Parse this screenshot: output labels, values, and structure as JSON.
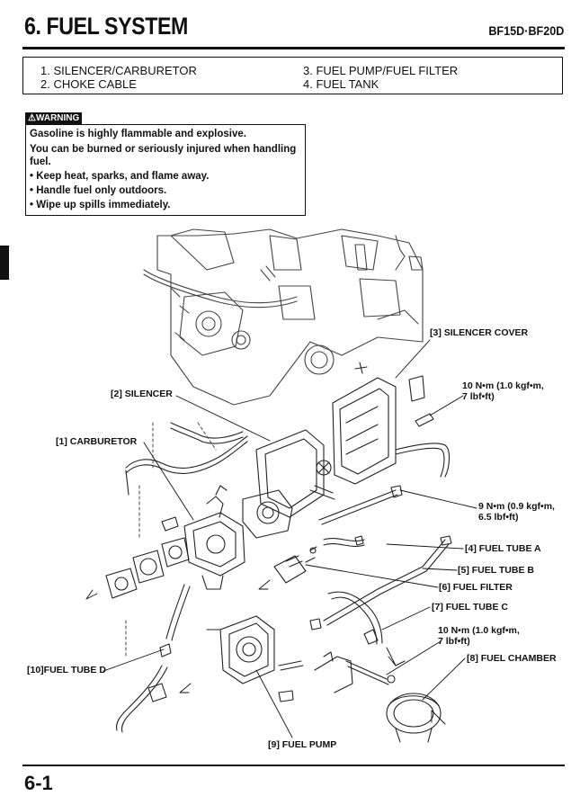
{
  "header": {
    "title": "6. FUEL SYSTEM",
    "model": "BF15D·BF20D"
  },
  "toc": {
    "items": [
      "1. SILENCER/CARBURETOR",
      "2. CHOKE CABLE",
      "3. FUEL PUMP/FUEL FILTER",
      "4. FUEL TANK"
    ]
  },
  "warning": {
    "badge": "⚠WARNING",
    "lines": [
      "Gasoline is highly flammable and explosive.",
      "You can be burned or seriously injured when handling",
      "fuel.",
      "• Keep heat, sparks, and flame away.",
      "• Handle fuel only outdoors.",
      "• Wipe up spills immediately."
    ]
  },
  "diagram": {
    "callouts": {
      "silencer_cover": "[3]  SILENCER COVER",
      "silencer": "[2]  SILENCER",
      "carburetor": "[1]  CARBURETOR",
      "torque_cover_1": "10 N•m (1.0 kgf•m,",
      "torque_cover_2": "7 lbf•ft)",
      "torque_bolt_1": "9 N•m (0.9 kgf•m,",
      "torque_bolt_2": "6.5 lbf•ft)",
      "fuel_tube_a": "[4]  FUEL TUBE A",
      "fuel_tube_b": "[5]  FUEL TUBE B",
      "fuel_filter": "[6]  FUEL FILTER",
      "fuel_tube_c": "[7]  FUEL TUBE C",
      "torque_chamber_1": "10 N•m (1.0 kgf•m,",
      "torque_chamber_2": "7 lbf•ft)",
      "fuel_chamber": "[8]  FUEL CHAMBER",
      "fuel_tube_d": "[10]FUEL TUBE D",
      "fuel_pump": "[9]  FUEL PUMP"
    }
  },
  "footer": {
    "page_number": "6-1"
  }
}
